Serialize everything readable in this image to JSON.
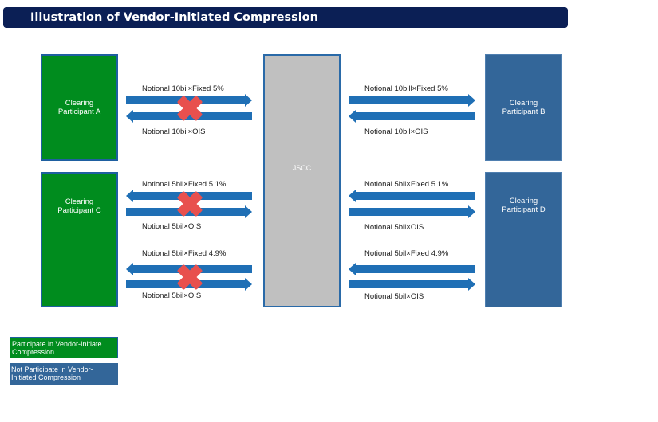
{
  "title": "Illustration of Vendor-Initiated Compression",
  "participants": {
    "a": "Clearing\nParticipant A",
    "b": "Clearing\nParticipant B",
    "c": "Clearing\nParticipant C",
    "d": "Clearing\nParticipant D"
  },
  "jscc": "JSCC",
  "labels": {
    "a_top": "Notional 10bil×Fixed 5%",
    "a_bottom": "Notional 10bil×OIS",
    "b_top": "Notional 10bill×Fixed 5%",
    "b_bottom": "Notional 10bil×OIS",
    "c1_top": "Notional 5bil×Fixed 5.1%",
    "c1_bottom": "Notional 5bil×OIS",
    "d1_top": "Notional 5bil×Fixed 5.1%",
    "d1_bottom": "Notional 5bil×OIS",
    "c2_top": "Notional 5bil×Fixed 4.9%",
    "c2_bottom": "Notional 5bil×OIS",
    "d2_top": "Notional 5bil×Fixed 4.9%",
    "d2_bottom": "Notional 5bil×OIS"
  },
  "legend": {
    "participate": "Participate in Vendor-Initiate\nCompression",
    "not_participate": "Not Participate in Vendor-\nInitiated Compression"
  },
  "colors": {
    "participate": "#008c1e",
    "not_participate": "#336699",
    "arrow": "#1f6fb5",
    "cross": "#e8504e",
    "jscc": "#c0c0c0",
    "title_bg": "#0b1f55"
  }
}
